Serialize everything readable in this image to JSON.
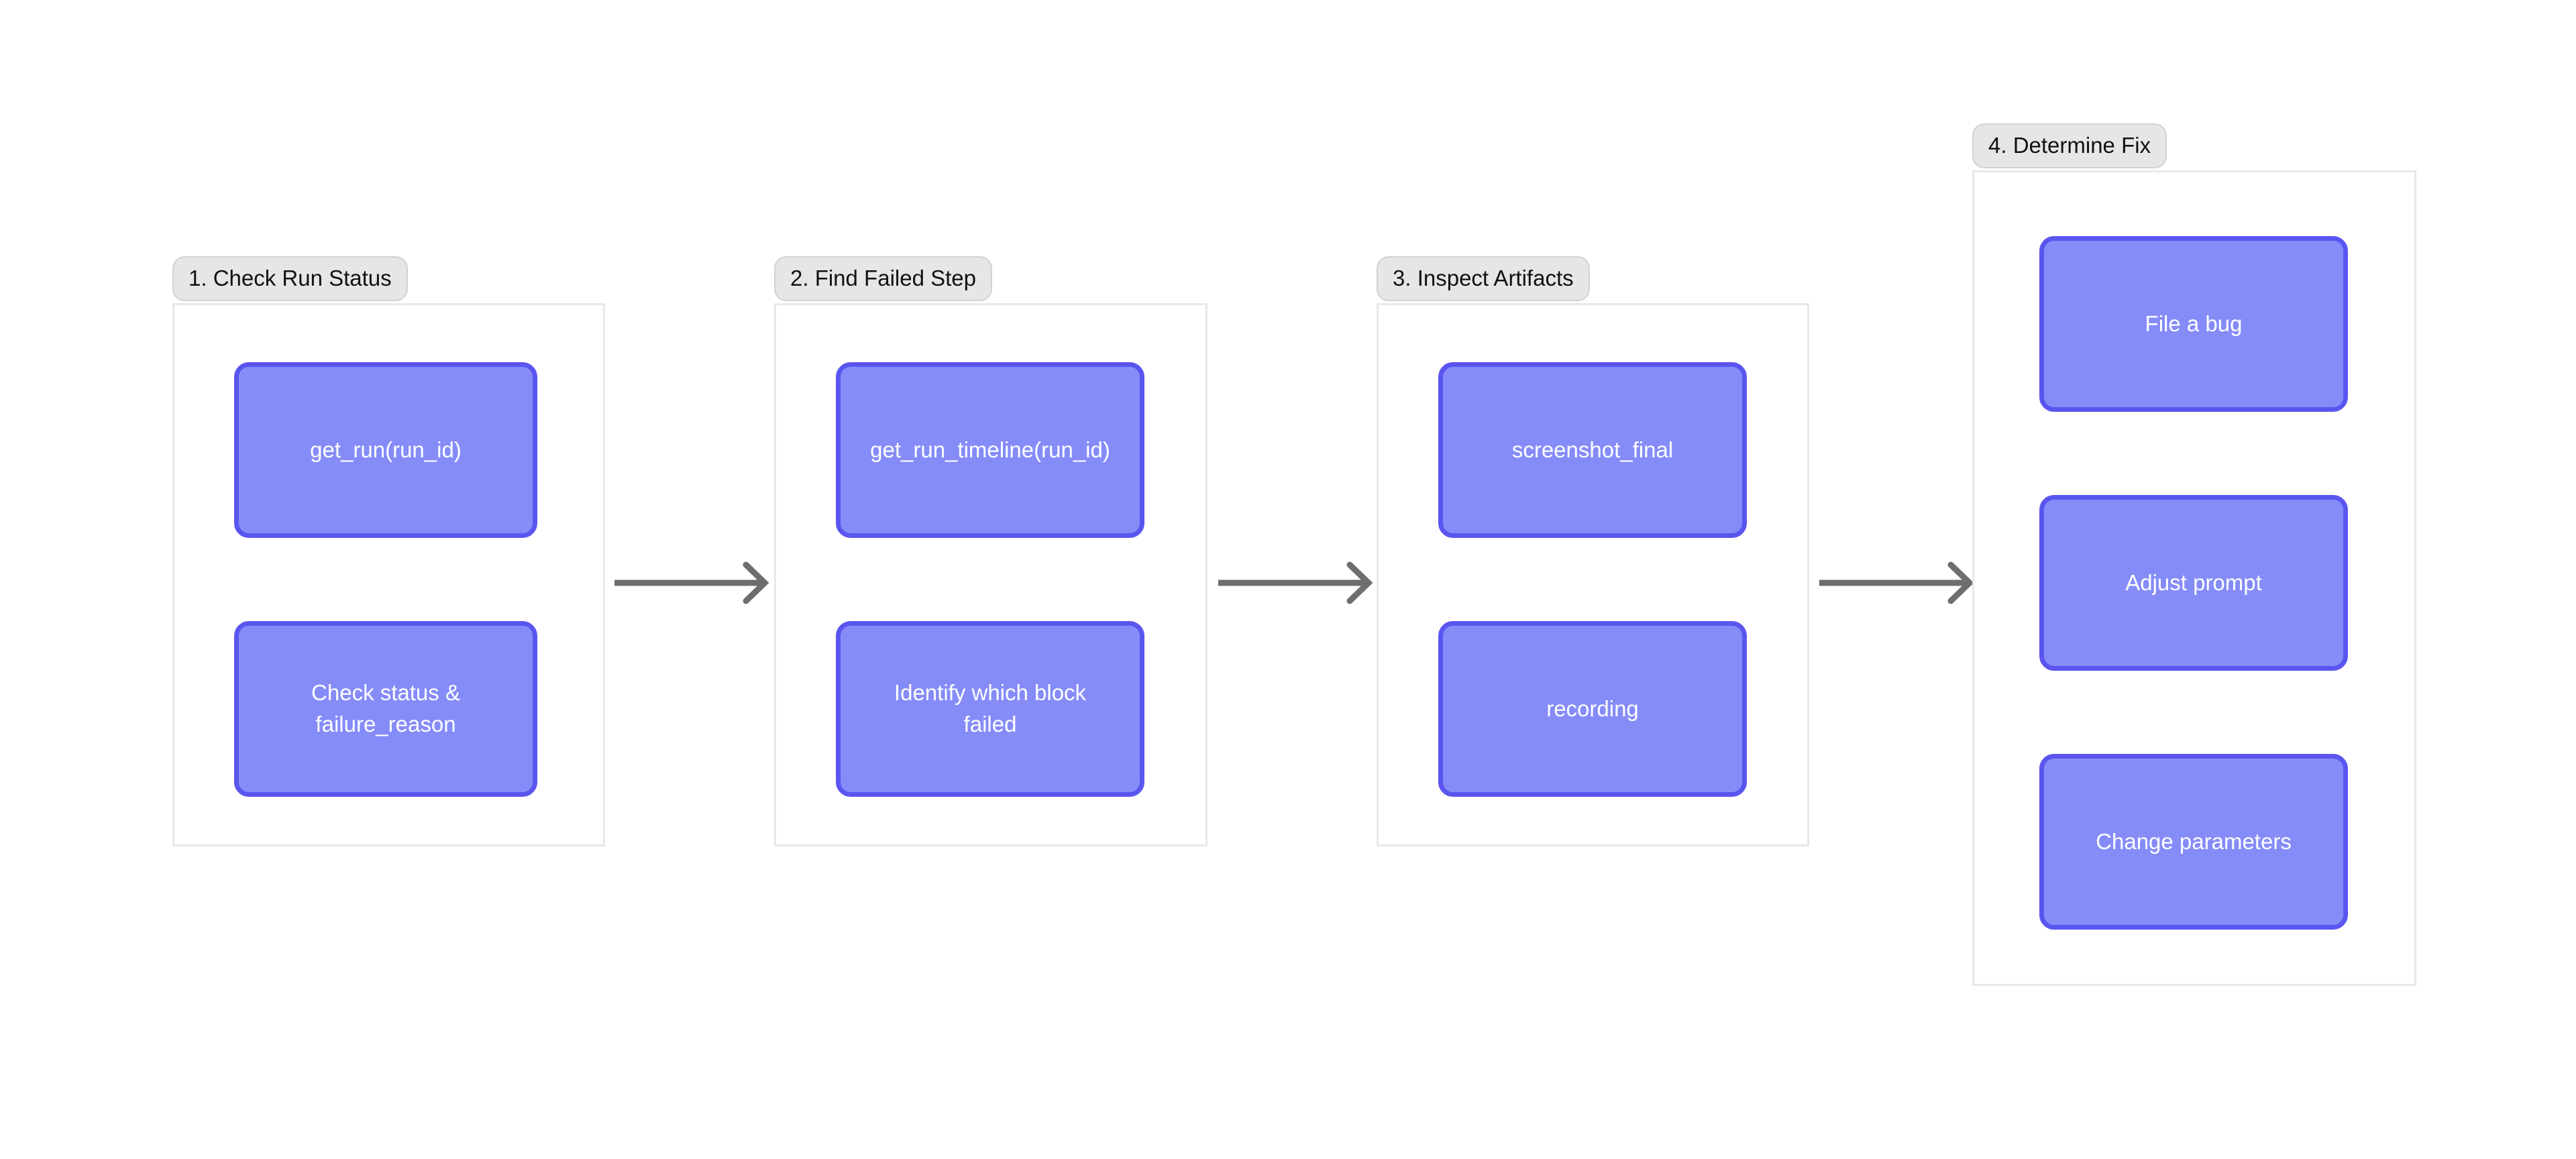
{
  "diagram": {
    "type": "flow-diagram",
    "orientation": "left-to-right",
    "background_color": "#ffffff",
    "node_fill_color": "#858cf8",
    "node_border_color": "#5b55ef",
    "node_text_color": "#ffffff",
    "group_label_bg_color": "#e6e6e6",
    "group_box_border_color": "#e8e8e8",
    "arrow_color": "#6e6e6e",
    "groups": [
      {
        "id": "group-1",
        "label": "1. Check Run Status",
        "nodes": [
          {
            "id": "node-get-run",
            "label": "get_run(run_id)"
          },
          {
            "id": "node-check-status",
            "label": "Check status &\nfailure_reason"
          }
        ]
      },
      {
        "id": "group-2",
        "label": "2. Find Failed Step",
        "nodes": [
          {
            "id": "node-get-run-timeline",
            "label": "get_run_timeline(run_id)"
          },
          {
            "id": "node-identify-block",
            "label": "Identify which block\nfailed"
          }
        ]
      },
      {
        "id": "group-3",
        "label": "3. Inspect Artifacts",
        "nodes": [
          {
            "id": "node-screenshot-final",
            "label": "screenshot_final"
          },
          {
            "id": "node-recording",
            "label": "recording"
          }
        ]
      },
      {
        "id": "group-4",
        "label": "4. Determine Fix",
        "nodes": [
          {
            "id": "node-file-a-bug",
            "label": "File a bug"
          },
          {
            "id": "node-adjust-prompt",
            "label": "Adjust prompt"
          },
          {
            "id": "node-change-parameters",
            "label": "Change parameters"
          }
        ]
      }
    ],
    "connectors": [
      {
        "id": "arrow-1-2",
        "from": "group-1",
        "to": "group-2",
        "style": "solid-arrow-right"
      },
      {
        "id": "arrow-2-3",
        "from": "group-2",
        "to": "group-3",
        "style": "solid-arrow-right"
      },
      {
        "id": "arrow-3-4",
        "from": "group-3",
        "to": "group-4",
        "style": "solid-arrow-right"
      }
    ]
  }
}
